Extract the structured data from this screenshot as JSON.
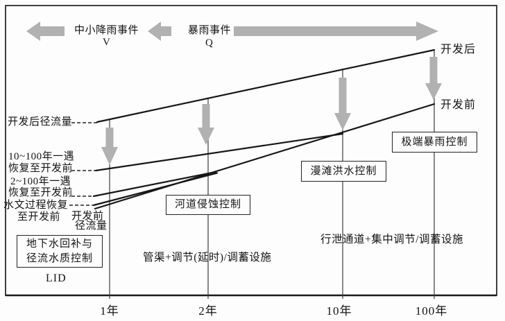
{
  "top_arrows": {
    "small_medium_rain": "中小降雨事件",
    "small_medium_rain_symbol": "V",
    "storm": "暴雨事件",
    "storm_symbol": "Q"
  },
  "left_labels": {
    "post_dev_runoff": "开发后径流量",
    "restore_10_100_line1": "10~100年一遇",
    "restore_10_100_line2": "恢复至开发前",
    "restore_2_100_line1": "2~100年一遇",
    "restore_2_100_line2": "恢复至开发前",
    "hydro_restore_line1": "水文过程恢复",
    "hydro_restore_line2": "至开发前",
    "pre_dev_runoff_line1": "开发前",
    "pre_dev_runoff_line2": "径流量"
  },
  "right_labels": {
    "post_dev": "开发后",
    "pre_dev": "开发前"
  },
  "control_boxes": {
    "groundwater_line1": "地下水回补与",
    "groundwater_line2": "径流水质控制",
    "channel_erosion": "河道侵蚀控制",
    "overbank_flood": "漫滩洪水控制",
    "extreme_storm": "极端暴雨控制"
  },
  "measures": {
    "lid": "LID",
    "pipe_detention": "管渠+调节(延时)/调蓄设施",
    "conveyance_storage": "行泄通道+集中调节/调蓄设施"
  },
  "x_axis": {
    "ticks": [
      "1年",
      "2年",
      "10年",
      "100年"
    ]
  },
  "colors": {
    "arrow_gray": "#b1b1b1",
    "line_black": "#161616",
    "border": "#2a2a2a",
    "background": "#fdfdfd"
  }
}
